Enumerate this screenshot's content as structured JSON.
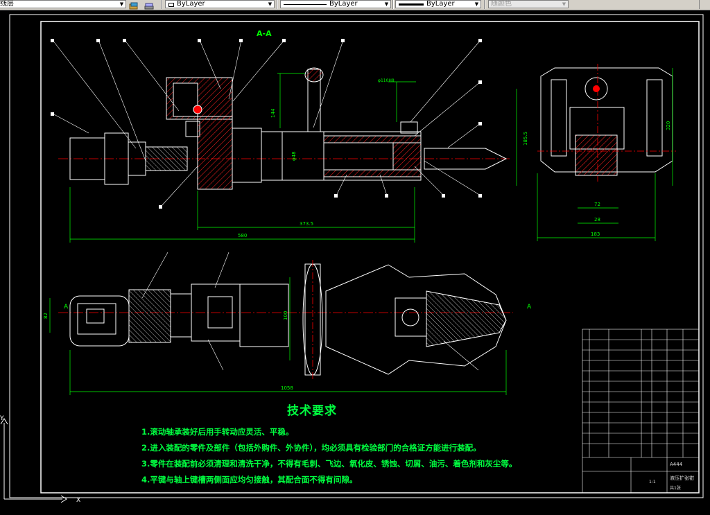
{
  "toolbar": {
    "layer_label": "线层",
    "color_value": "ByLayer",
    "linetype_value": "ByLayer",
    "lineweight_value": "ByLayer",
    "plotstyle_value": "随颜色"
  },
  "drawing": {
    "section_label": "A-A",
    "view_marker_right": "A",
    "view_marker_left": "A",
    "dimensions": {
      "top_overall": "580",
      "top_middle": "373.5",
      "top_height": "144",
      "top_dia": "φ48",
      "top_note": "φ110H8",
      "side_height": "185.5",
      "side_width": "320",
      "side_bottom1": "72",
      "side_bottom2": "28",
      "side_total": "183",
      "bottom_overall": "1058",
      "bottom_height": "82",
      "bottom_middle": "100"
    }
  },
  "requirements": {
    "title": "技术要求",
    "items": [
      "1.滚动轴承装好后用手转动应灵活、平稳。",
      "2.进入装配的零件及部件（包括外购件、外协件），均必须具有检验部门的合格证方能进行装配。",
      "3.零件在装配前必须清理和清洗干净，不得有毛刺、飞边、氧化皮、锈蚀、切屑、油污、着色剂和灰尘等。",
      "4.平键与轴上键槽两侧面应均匀接触，其配合面不得有间隙。"
    ]
  },
  "title_block": {
    "name": "液压扩张钳",
    "code": "A444",
    "scale": "1:1",
    "sheet": "共1张"
  },
  "colors": {
    "background": "#000000",
    "frame": "#ffffff",
    "outline": "#ffffff",
    "hatch": "#ff2020",
    "dimension": "#00ff00",
    "centerline": "#ff0000",
    "leader": "#ffffff",
    "text_green": "#00ff40"
  }
}
